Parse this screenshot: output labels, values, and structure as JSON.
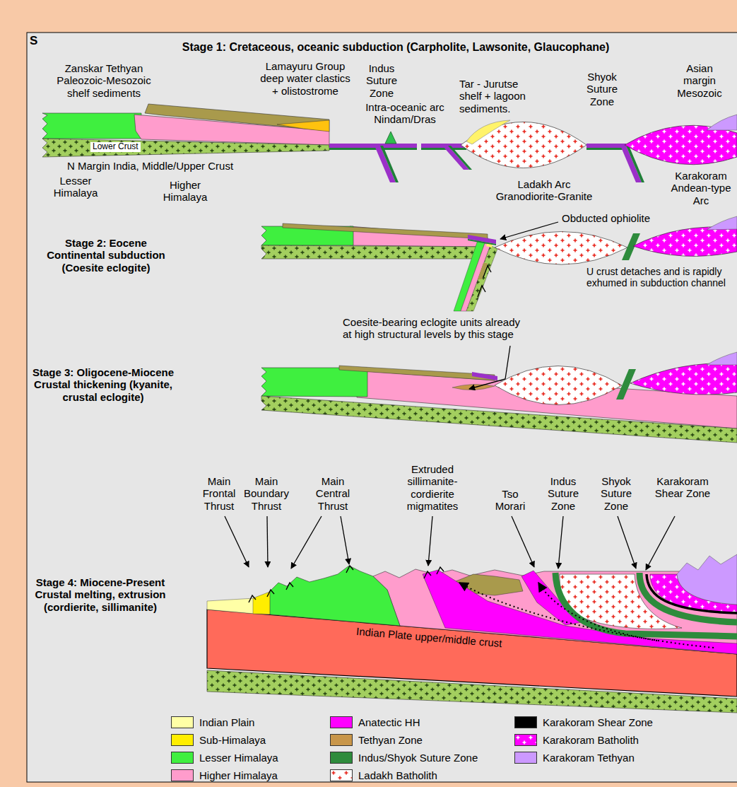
{
  "diagram": {
    "labels": [
      "S",
      "Stage 1: Cretaceous, oceanic subduction (Carpholite, Lawsonite, Glaucophane)",
      "Zanskar Tethyan Paleozoic-Mesozoic shelf sediments",
      "Lamayuru Group deep water clastics + olistostrome",
      "Indus Suture Zone",
      "Intra-oceanic arc Nindam/Dras",
      "Tar - Jurutse shelf + lagoon sediments.",
      "Shyok Suture Zone",
      "Asian margin Mesozoic",
      "Lower Crust",
      "N Margin India, Middle/Upper Crust",
      "Lesser Himalaya",
      "Higher Himalaya",
      "Ladakh Arc Granodiorite-Granite",
      "Karakoram Andean-type Arc",
      "Obducted ophiolite",
      "Stage 2: Eocene Continental subduction (Coesite eclogite)",
      "U crust detaches and is rapidly exhumed in subduction channel",
      "Coesite-bearing eclogite units already at high structural levels by this stage",
      "Stage 3: Oligocene-Miocene Crustal thickening (kyanite, crustal eclogite)",
      "Main Frontal Thrust",
      "Main Boundary Thrust",
      "Main Central Thrust",
      "Extruded sillimanite-cordierite migmatites",
      "Tso Morari",
      "Indus Suture Zone",
      "Shyok Suture Zone",
      "Karakoram Shear Zone",
      "Stage 4: Miocene-Present Crustal melting, extrusion (cordierite, sillimanite)",
      "Indian Plate upper/middle crust"
    ],
    "legend": [
      {
        "text": "Indian Plain",
        "color": "#ffffa6"
      },
      {
        "text": "Sub-Himalaya",
        "color": "#ffee00"
      },
      {
        "text": "Lesser Himalaya",
        "color": "#3fef3f"
      },
      {
        "text": "Higher Himalaya",
        "color": "#ff9ccc"
      },
      {
        "text": "Anatectic HH",
        "color": "#ff00ff"
      },
      {
        "text": "Tethyan Zone",
        "color": "#c8964a"
      },
      {
        "text": "Indus/Shyok Suture Zone",
        "color": "#2e8b3c"
      },
      {
        "text": "Ladakh Batholith"
      },
      {
        "text": "Karakoram Shear Zone",
        "color": "#000000"
      },
      {
        "text": "Karakoram Batholith"
      },
      {
        "text": "Karakoram Tethyan",
        "color": "#cc99ff"
      }
    ]
  }
}
